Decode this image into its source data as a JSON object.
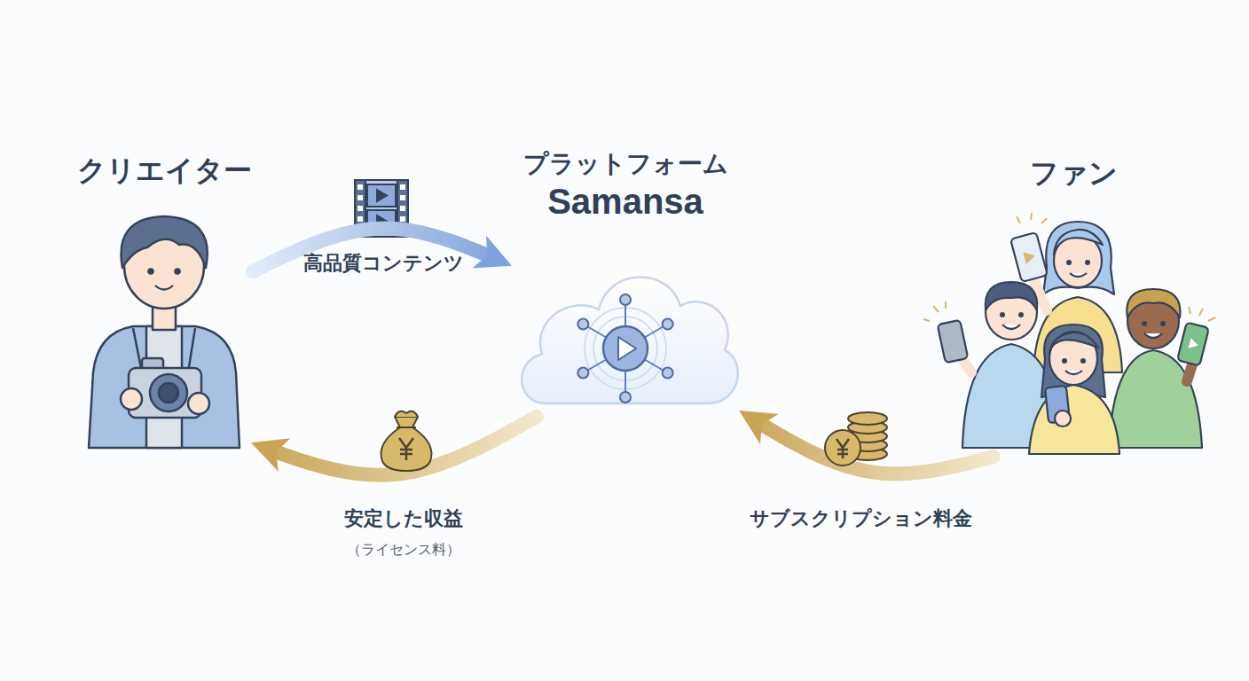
{
  "diagram": {
    "nodes": [
      {
        "text": [
          "クリエイター"
        ]
      },
      {
        "text": [
          "プラットフォーム",
          "Samansa"
        ]
      },
      {
        "text": [
          "ファン"
        ]
      }
    ],
    "edges": [
      {
        "from": 0,
        "to": 1,
        "label": "高品質コンテンツ",
        "arrow": "to"
      },
      {
        "from": 1,
        "to": 0,
        "label": "安定した収益",
        "arrow": "to"
      },
      {
        "from": 2,
        "to": 1,
        "label": "サブスクリプション料金",
        "arrow": "to"
      }
    ],
    "labels": [
      "（ライセンス料）"
    ]
  }
}
